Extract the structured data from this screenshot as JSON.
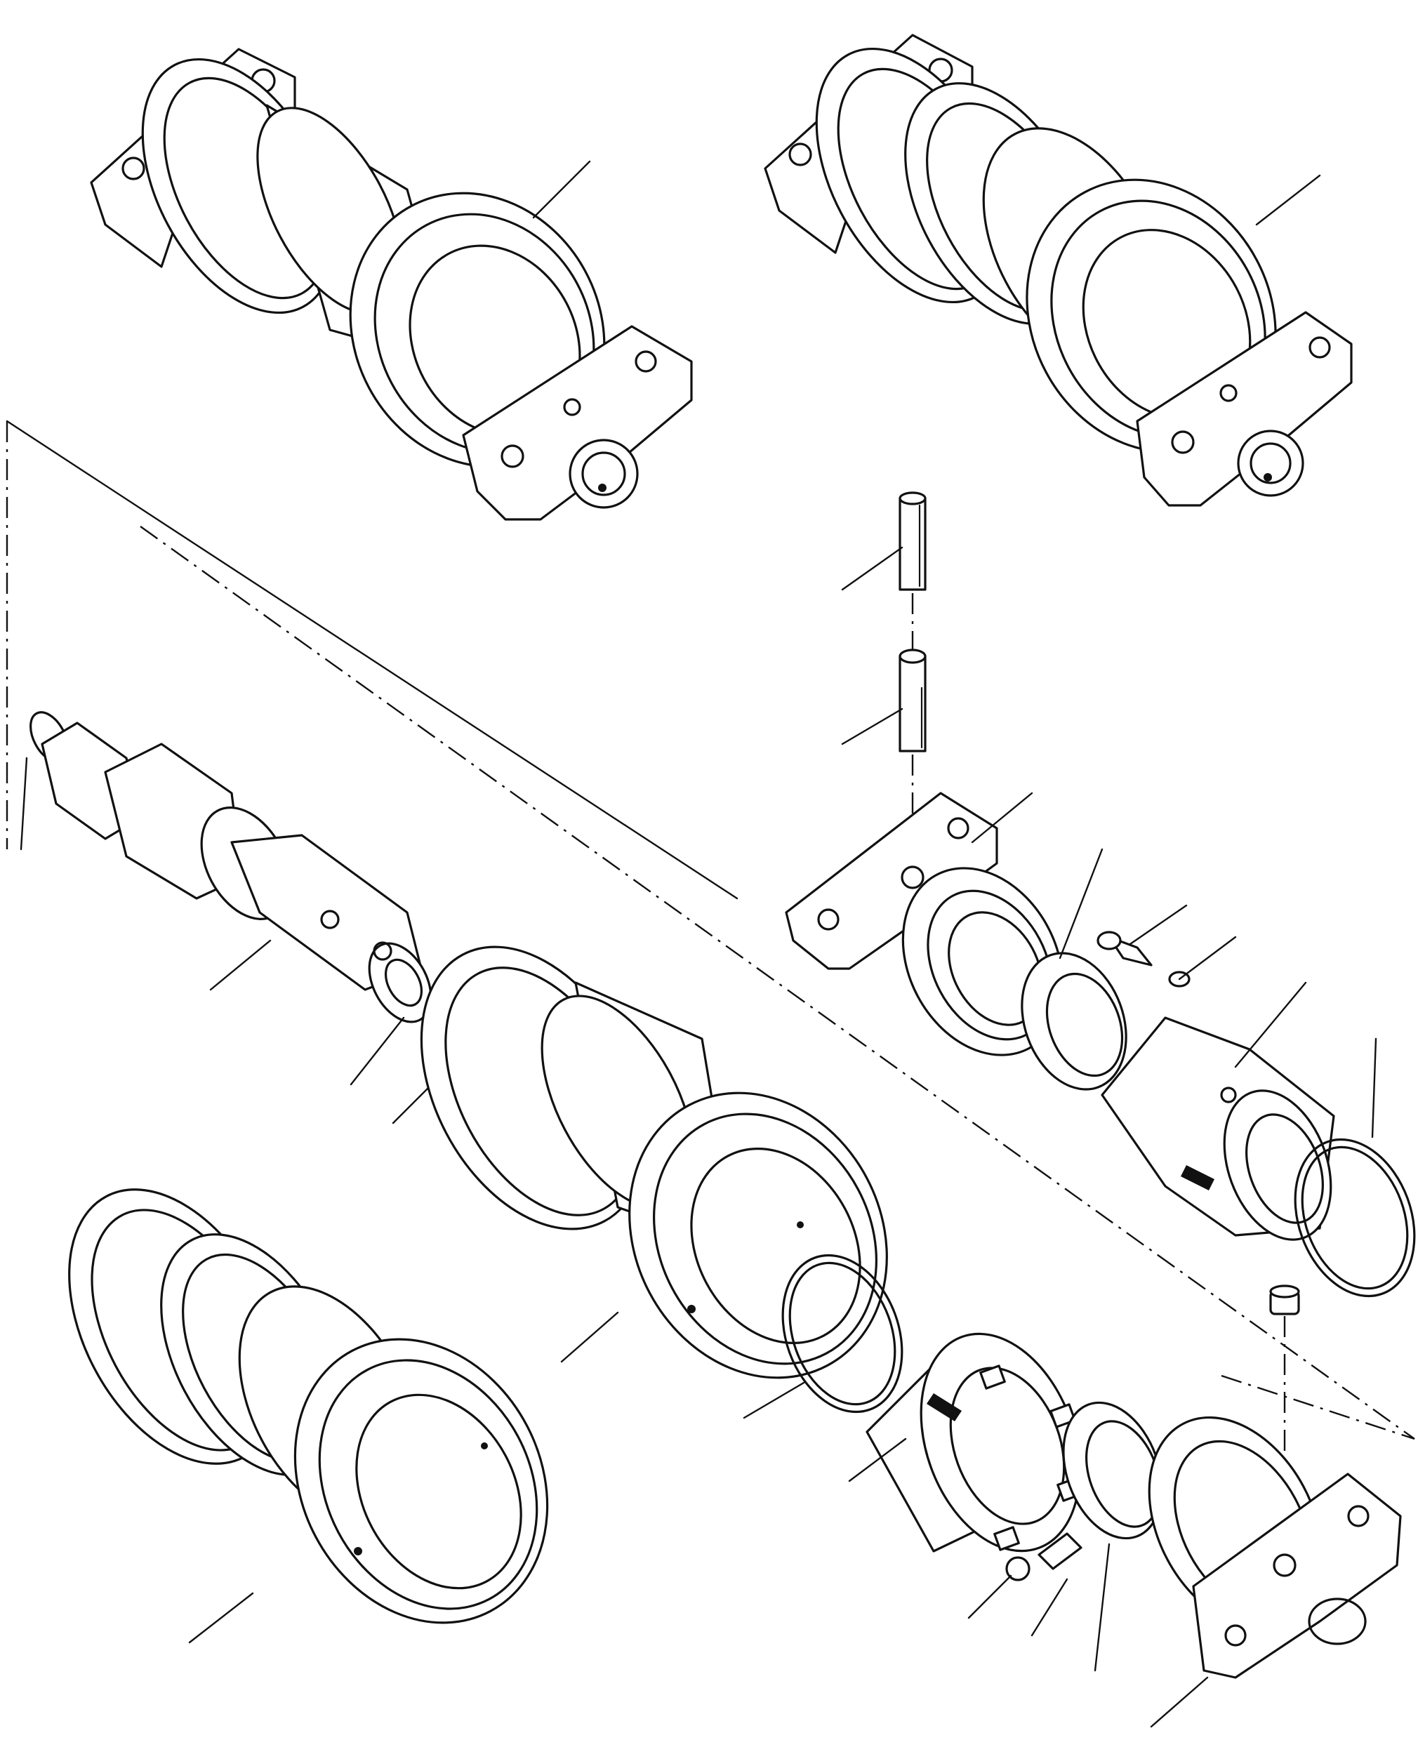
{
  "diagram": {
    "kind": "exploded-parts-view",
    "components": [
      "double-flange-roller-assembly",
      "single-flange-roller-assembly",
      "shaft",
      "o-ring",
      "roller-shell",
      "collar",
      "floating-seal",
      "pin",
      "dowel",
      "bolt",
      "plug",
      "lock-ring",
      "spare-roller-shell"
    ],
    "labels": []
  }
}
